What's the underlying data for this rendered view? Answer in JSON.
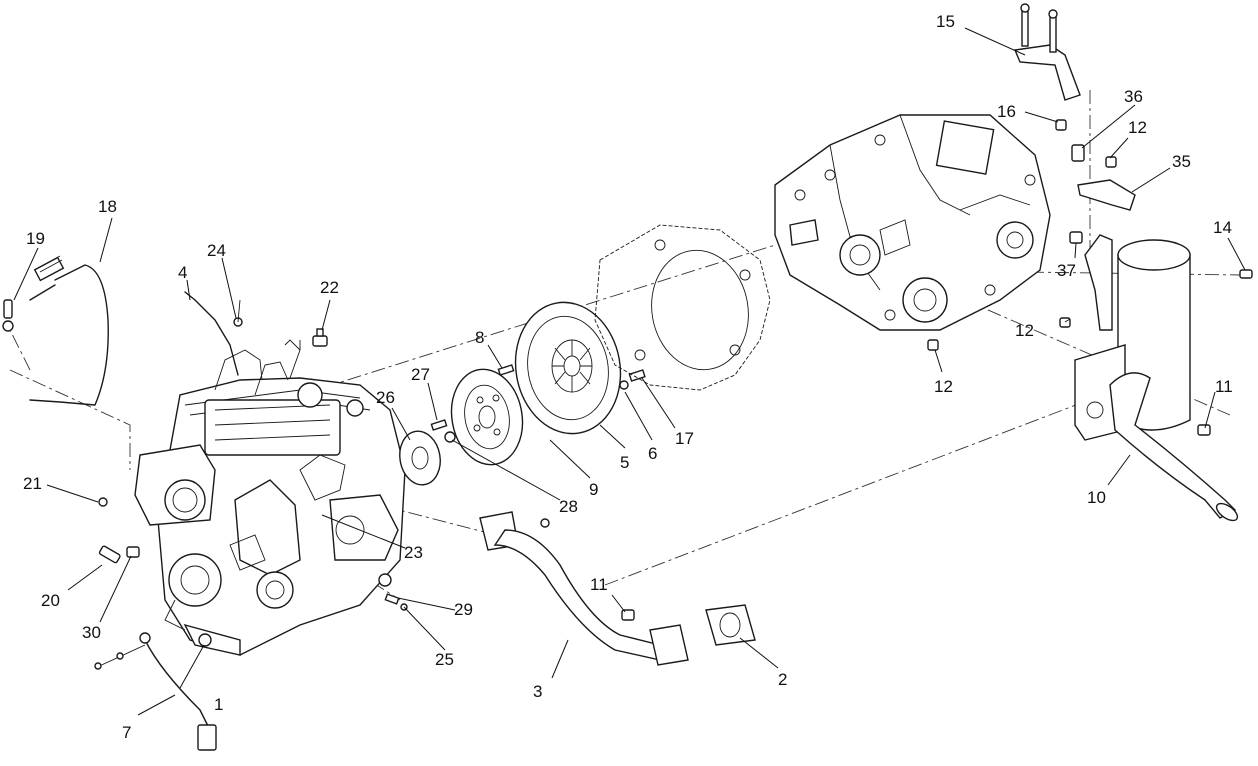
{
  "colors": {
    "ink": "#1a1a1a",
    "background": "#ffffff"
  },
  "callouts": [
    "1",
    "2",
    "3",
    "4",
    "5",
    "6",
    "7",
    "8",
    "9",
    "10",
    "11",
    "11",
    "12",
    "12",
    "12",
    "14",
    "15",
    "16",
    "17",
    "18",
    "19",
    "20",
    "21",
    "22",
    "23",
    "24",
    "25",
    "26",
    "27",
    "28",
    "29",
    "30",
    "35",
    "36",
    "37"
  ]
}
